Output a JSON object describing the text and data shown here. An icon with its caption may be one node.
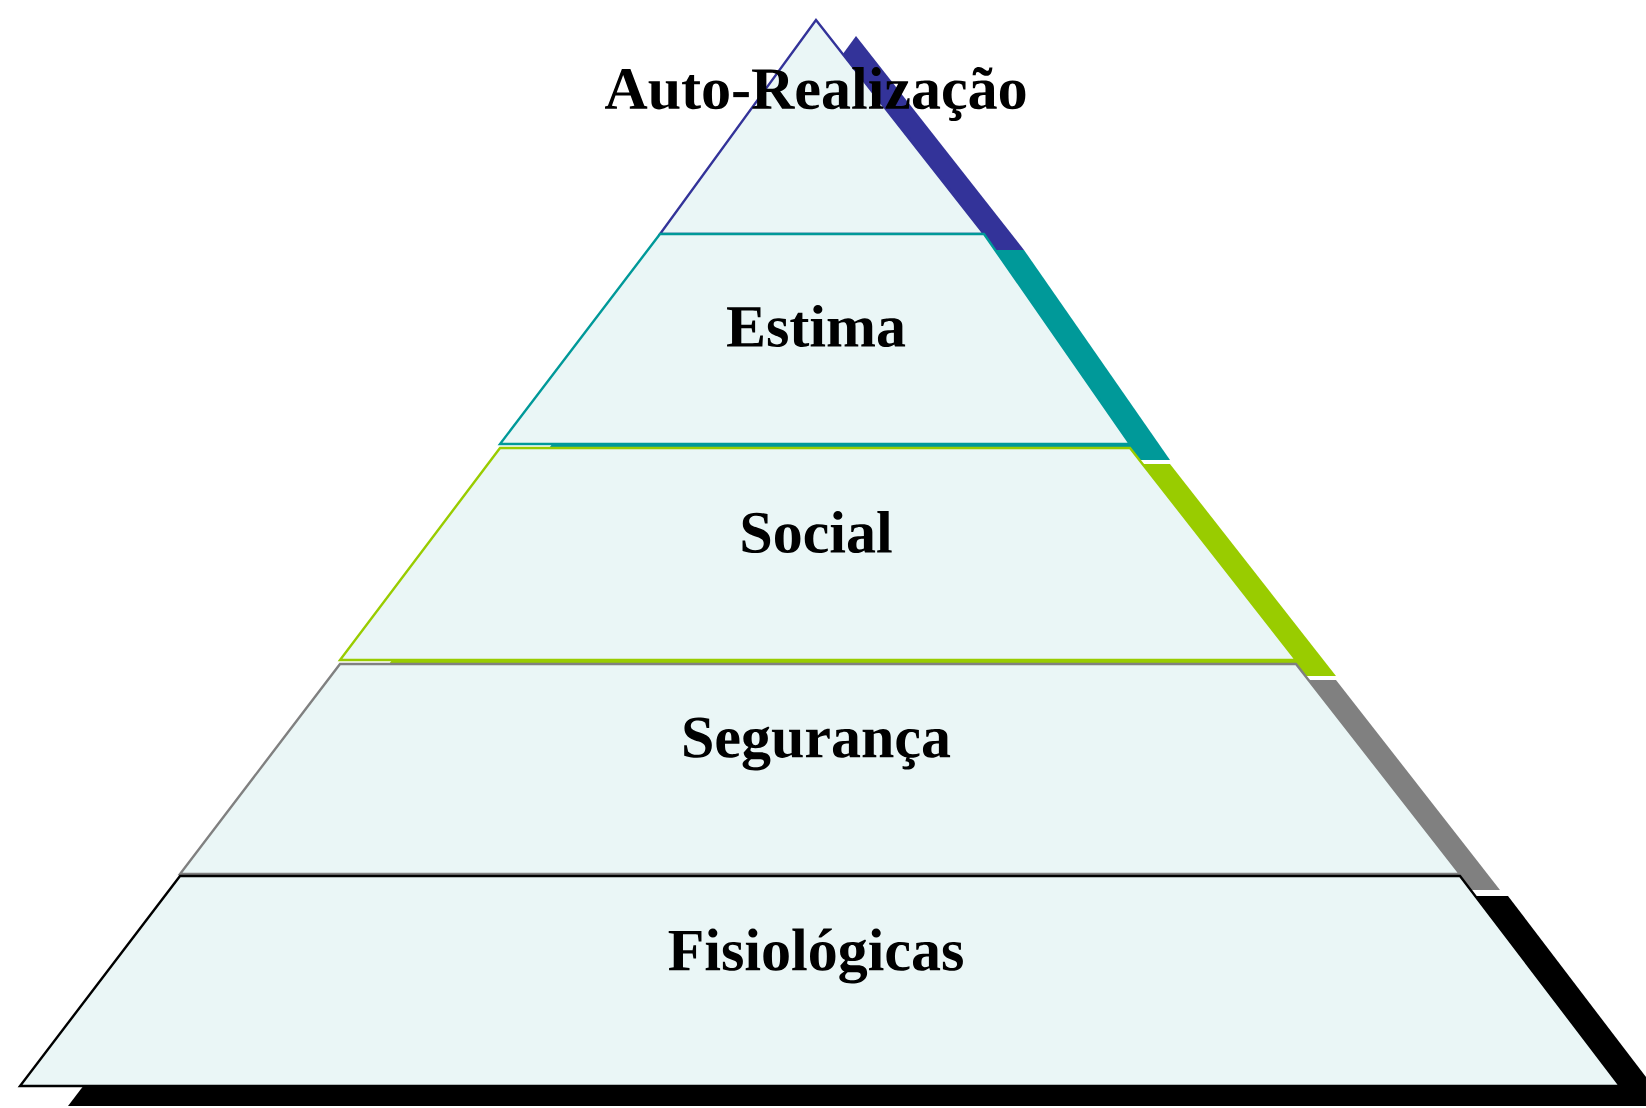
{
  "diagram": {
    "nodes": [
      {
        "text": [
          "Auto-Realização"
        ]
      },
      {
        "text": [
          "Estima"
        ]
      },
      {
        "text": [
          "Social"
        ]
      },
      {
        "text": [
          "Segurança"
        ]
      },
      {
        "text": [
          "Fisiológicas"
        ]
      }
    ]
  }
}
